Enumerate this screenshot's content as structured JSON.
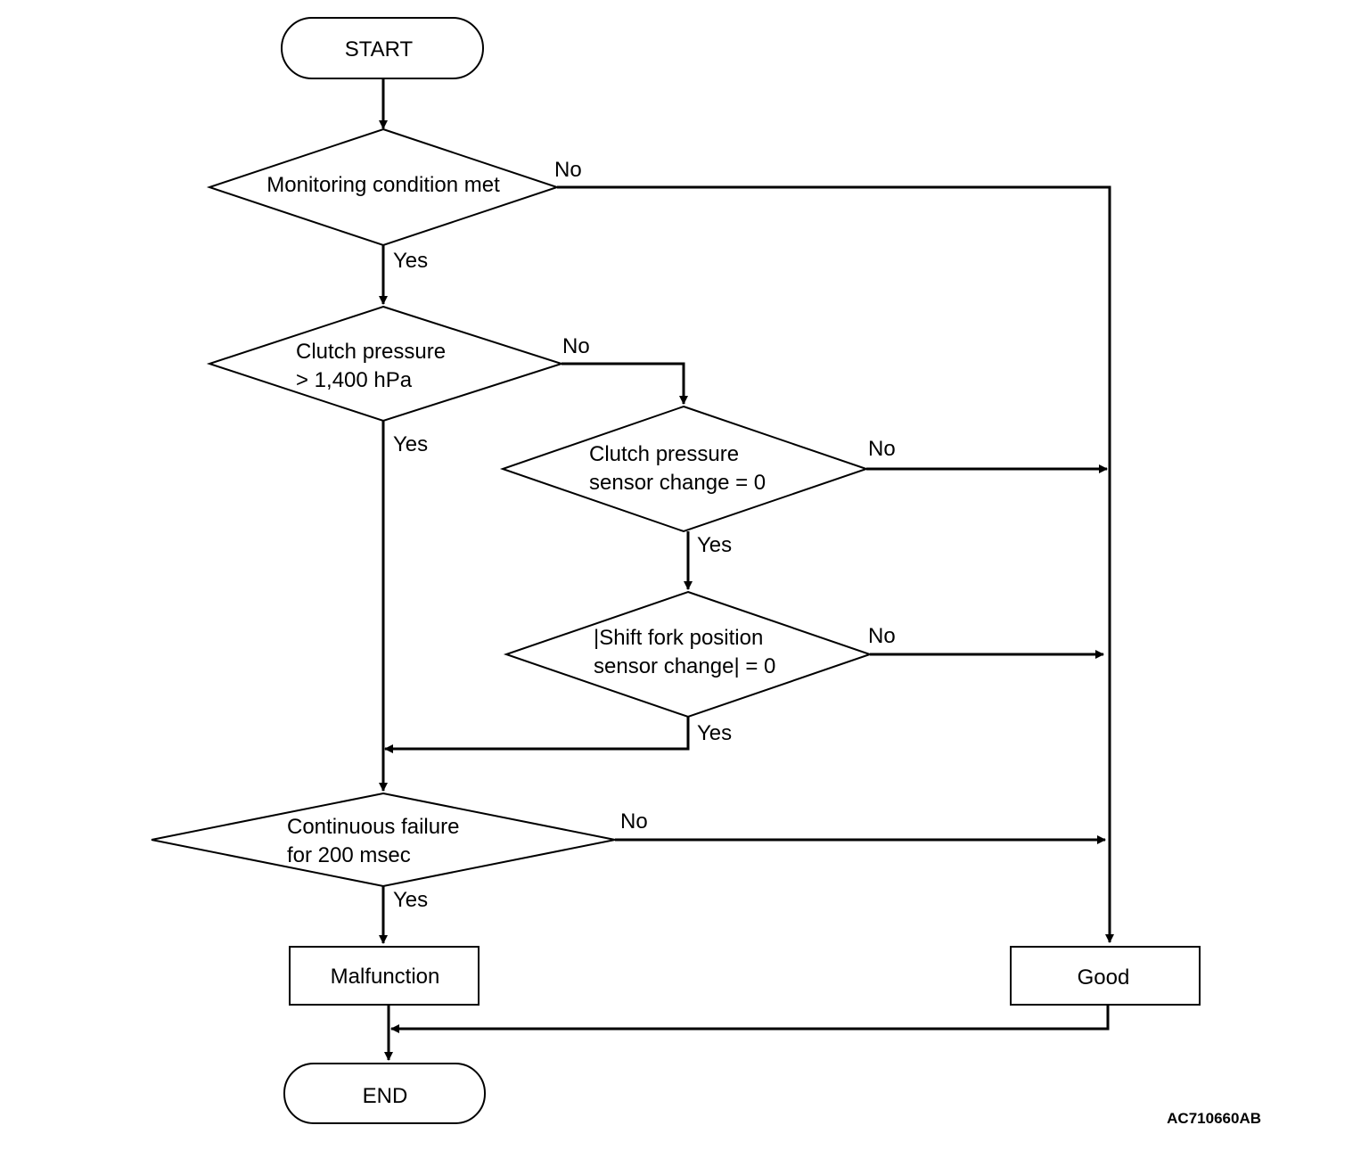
{
  "diagram": {
    "start": "START",
    "end": "END",
    "decisions": [
      {
        "id": "d1",
        "lines": [
          "Monitoring condition met"
        ],
        "yes": "Yes",
        "no": "No"
      },
      {
        "id": "d2",
        "lines": [
          "Clutch pressure",
          "> 1,400 hPa"
        ],
        "yes": "Yes",
        "no": "No"
      },
      {
        "id": "d3",
        "lines": [
          "Clutch pressure",
          "sensor change = 0"
        ],
        "yes": "Yes",
        "no": "No"
      },
      {
        "id": "d4",
        "lines": [
          "|Shift fork position",
          "sensor change| = 0"
        ],
        "yes": "Yes",
        "no": "No"
      },
      {
        "id": "d5",
        "lines": [
          "Continuous failure",
          "for 200 msec"
        ],
        "yes": "Yes",
        "no": "No"
      }
    ],
    "malfunction": "Malfunction",
    "good": "Good",
    "figure_code": "AC710660AB"
  }
}
